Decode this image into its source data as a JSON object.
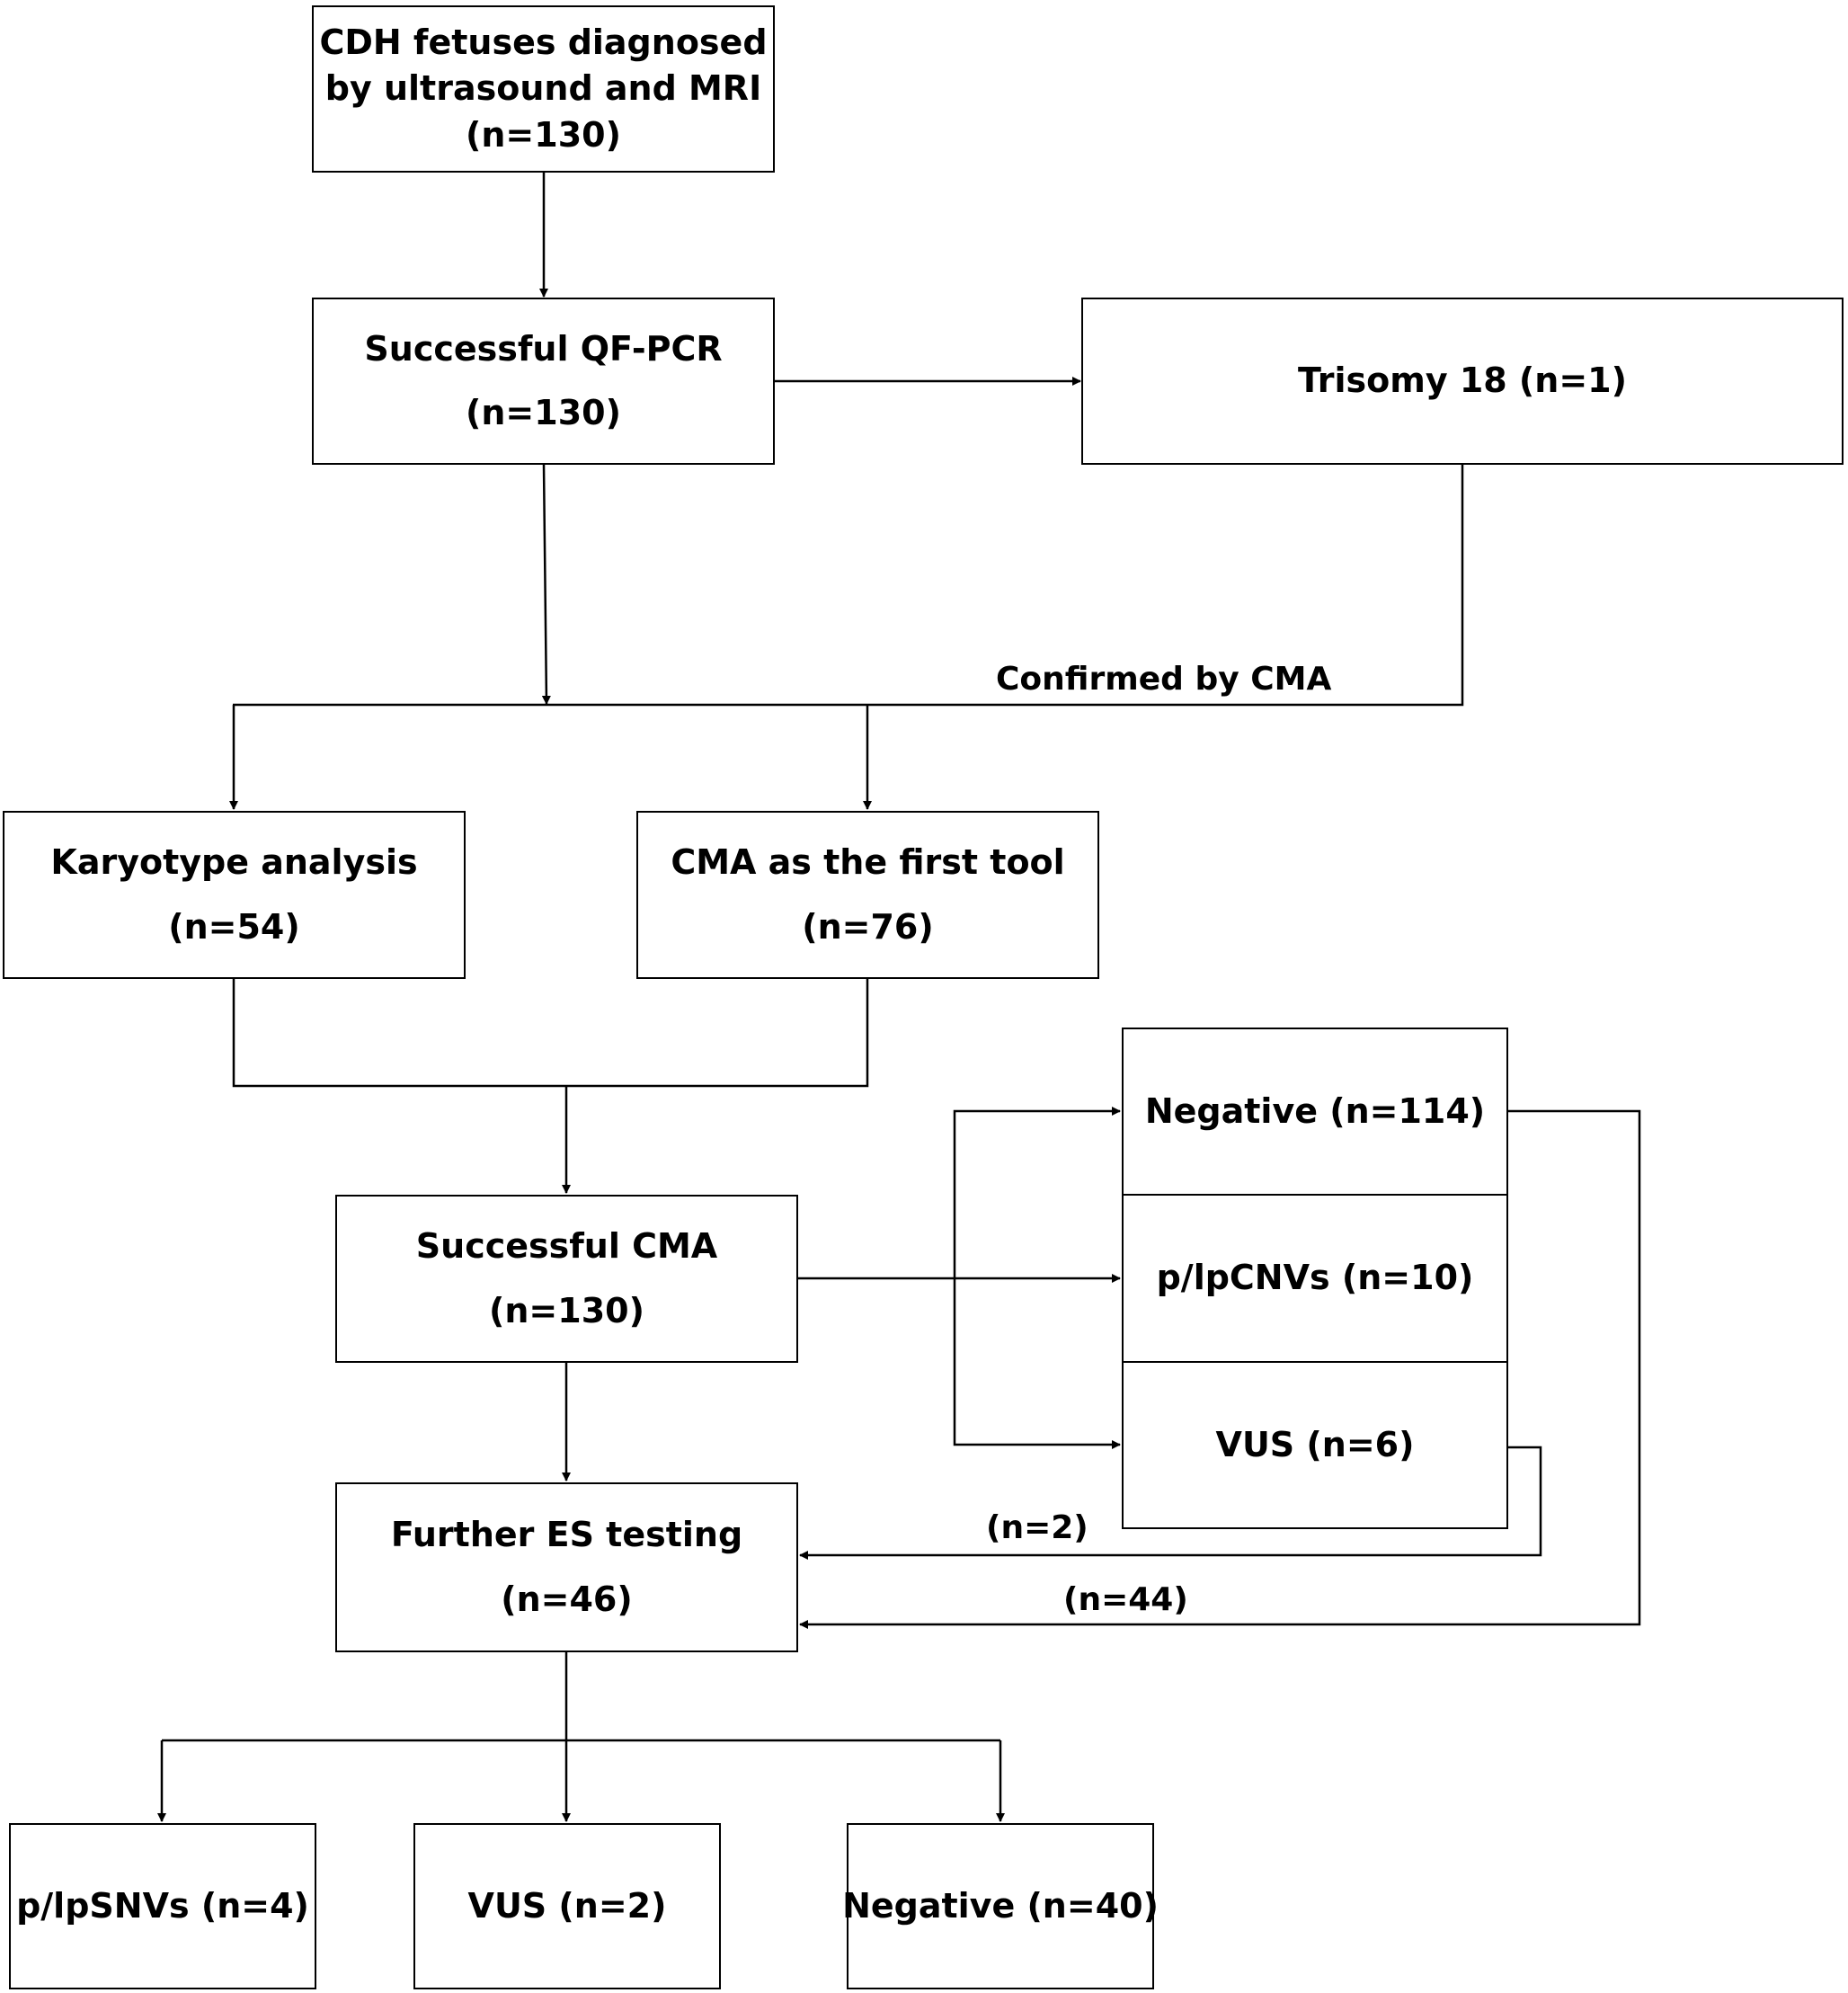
{
  "nodes": {
    "start": {
      "lines": [
        "CDH fetuses diagnosed",
        "by ultrasound and MRI",
        "(n=130)"
      ]
    },
    "qfpcr": {
      "lines": [
        "Successful QF-PCR",
        "(n=130)"
      ]
    },
    "trisomy": {
      "lines": [
        "Trisomy 18 (n=1)"
      ]
    },
    "karyotype": {
      "lines": [
        "Karyotype analysis",
        "(n=54)"
      ]
    },
    "cma_first": {
      "lines": [
        "CMA as the first tool",
        "(n=76)"
      ]
    },
    "successful_cma": {
      "lines": [
        "Successful CMA",
        "(n=130)"
      ]
    },
    "cma_negative": {
      "lines": [
        "Negative (n=114)"
      ]
    },
    "cma_plpcnvs": {
      "lines": [
        "p/lpCNVs (n=10)"
      ]
    },
    "cma_vus": {
      "lines": [
        "VUS (n=6)"
      ]
    },
    "es_testing": {
      "lines": [
        "Further ES testing",
        "(n=46)"
      ]
    },
    "es_plpsnvs": {
      "lines": [
        "p/lpSNVs (n=4)"
      ]
    },
    "es_vus": {
      "lines": [
        "VUS (n=2)"
      ]
    },
    "es_negative": {
      "lines": [
        "Negative (n=40)"
      ]
    }
  },
  "edge_labels": {
    "confirmed": "Confirmed by CMA",
    "vus_to_es": "(n=2)",
    "negative_to_es": "(n=44)"
  }
}
